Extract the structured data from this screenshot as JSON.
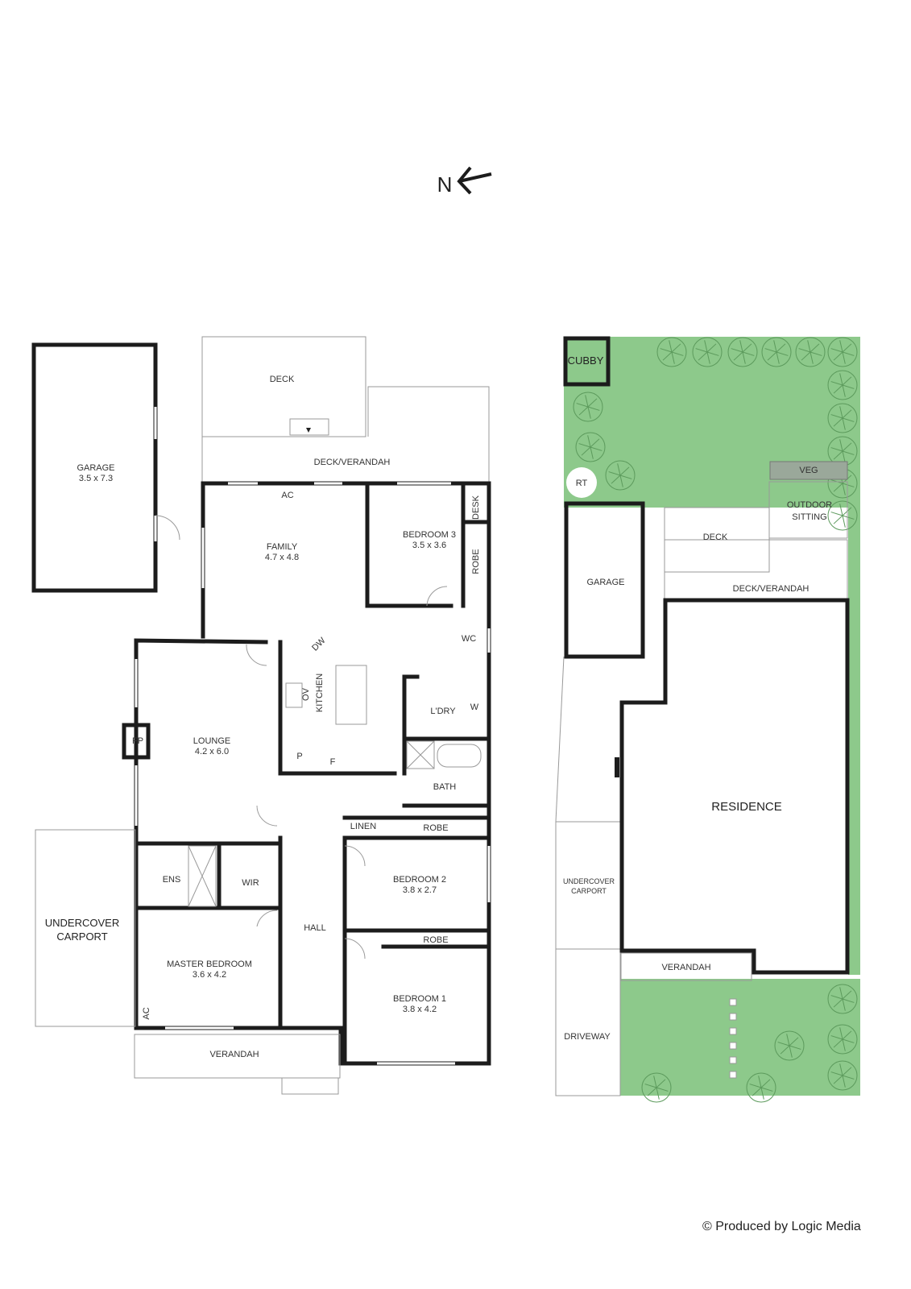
{
  "north": {
    "label": "N",
    "icon": "arrow-left-icon"
  },
  "floor_plan": {
    "deck": "DECK",
    "deck_verandah": "DECK/VERANDAH",
    "garage": {
      "name": "GARAGE",
      "size": "3.5 x 7.3"
    },
    "ac_family": "AC",
    "family": {
      "name": "FAMILY",
      "size": "4.7 x 4.8"
    },
    "bedroom3": {
      "name": "BEDROOM 3",
      "size": "3.5 x 3.6"
    },
    "desk": "DESK",
    "robe3": "ROBE",
    "dw": "DW",
    "ov": "OV",
    "kitchen": "KITCHEN",
    "wc": "WC",
    "laundry": "L'DRY",
    "w": "W",
    "p": "P",
    "f": "F",
    "fp": "FP",
    "lounge": {
      "name": "LOUNGE",
      "size": "4.2 x 6.0"
    },
    "bath": "BATH",
    "linen": "LINEN",
    "robe2": "ROBE",
    "ens": "ENS",
    "wir": "WIR",
    "bedroom2": {
      "name": "BEDROOM 2",
      "size": "3.8 x 2.7"
    },
    "hall": "HALL",
    "robe1": "ROBE",
    "carport": {
      "line1": "UNDERCOVER",
      "line2": "CARPORT"
    },
    "master": {
      "name": "MASTER BEDROOM",
      "size": "3.6 x 4.2"
    },
    "ac_master": "AC",
    "bedroom1": {
      "name": "BEDROOM 1",
      "size": "3.8 x 4.2"
    },
    "verandah": "VERANDAH"
  },
  "site_plan": {
    "cubby": "CUBBY",
    "rt": "RT",
    "veg": "VEG",
    "outdoor": {
      "line1": "OUTDOOR",
      "line2": "SITTING"
    },
    "deck": "DECK",
    "garage": "GARAGE",
    "deck_verandah": "DECK/VERANDAH",
    "residence": "RESIDENCE",
    "carport": {
      "line1": "UNDERCOVER",
      "line2": "CARPORT"
    },
    "verandah": "VERANDAH",
    "driveway": "DRIVEWAY",
    "colors": {
      "lawn": "#8dc98b",
      "veg": "#9aa89a",
      "wall": "#1c1c1c"
    }
  },
  "footer": {
    "credit": "© Produced by Logic Media"
  }
}
